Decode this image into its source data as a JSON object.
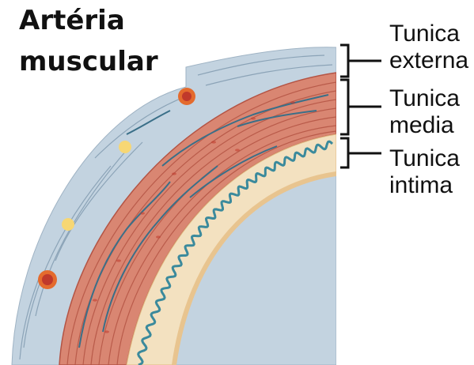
{
  "title": {
    "line1": "Artéria",
    "line2": "muscular"
  },
  "labels": [
    {
      "line1": "Tunica",
      "line2": "externa"
    },
    {
      "line1": "Tunica",
      "line2": "media"
    },
    {
      "line1": "Tunica",
      "line2": "intima"
    }
  ],
  "colors": {
    "externa": "#c3d3e0",
    "media": "#d98672",
    "fiber": "#b45444",
    "vessel": "#3a6f88",
    "intima": "#f3e1c0",
    "wave": "#3b8a9c"
  }
}
